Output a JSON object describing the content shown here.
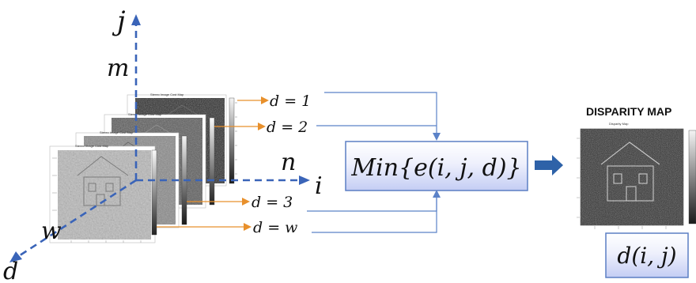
{
  "axes": {
    "j": "j",
    "m": "m",
    "n": "n",
    "i": "i",
    "w": "w",
    "d": "d"
  },
  "layers": [
    {
      "label": "d = 1",
      "title": "Stereo Image Cost Map"
    },
    {
      "label": "d = 2",
      "title": "Stereo Image Cost Map"
    },
    {
      "label": "d = 3",
      "title": "Stereo Image Cost Map"
    },
    {
      "label": "d = w",
      "title": "Stereo Image Cost Map"
    }
  ],
  "minimizer": {
    "expression": "Min{e(i, j, d)}"
  },
  "output": {
    "title": "DISPARITY MAP",
    "image_title": "Disparity Map",
    "expression": "d(i, j)"
  },
  "colors": {
    "axis_blue": "#3a64b8",
    "orange_arrow": "#e8902c",
    "connector_blue": "#5b82c8",
    "box_border": "#5b7fc4",
    "box_fill_top": "#ffffff",
    "box_fill_bottom": "#c4cdf4",
    "flow_arrow": "#2e62a8"
  }
}
